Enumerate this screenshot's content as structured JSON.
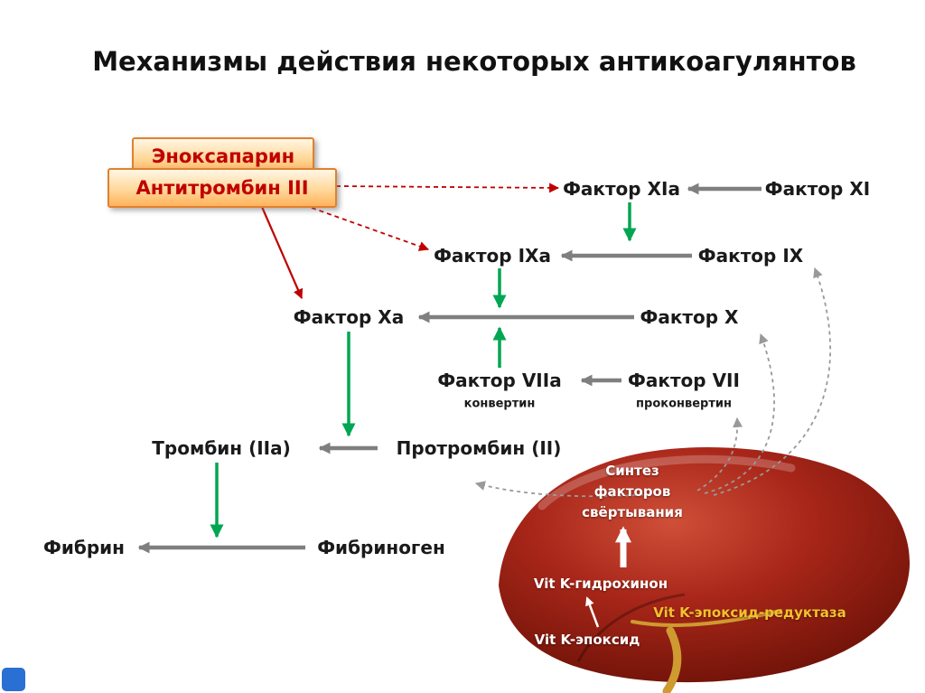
{
  "title": "Механизмы действия некоторых антикоагулянтов",
  "drug_box": {
    "line1": "Эноксапарин",
    "line2": "Антитромбин III"
  },
  "cascade": {
    "factor_xia": "Фактор XIa",
    "factor_xi": "Фактор XI",
    "factor_ixa": "Фактор IXa",
    "factor_ix": "Фактор IX",
    "factor_xa": "Фактор Xa",
    "factor_x": "Фактор X",
    "factor_viia": "Фактор VIIa",
    "factor_viia_sub": "конвертин",
    "factor_vii": "Фактор VII",
    "factor_vii_sub": "проконвертин",
    "thrombin": "Тромбин (IIa)",
    "prothrombin": "Протромбин (II)",
    "fibrin": "Фибрин",
    "fibrinogen": "Фибриноген"
  },
  "liver": {
    "synthesis_line1": "Синтез",
    "synthesis_line2": "факторов",
    "synthesis_line3": "свёртывания",
    "vitk_hydroquinone": "Vit K-гидрохинон",
    "vitk_epoxide_reductase": "Vit K-эпоксид-редуктаза",
    "vitk_epoxide": "Vit K-эпоксид"
  },
  "colors": {
    "activation_arrow_green": "#00a651",
    "inhibition_arrow_red": "#c00000",
    "conversion_arrow_gray": "#7f7f7f",
    "synthesis_arrow_dashed_gray": "#999999",
    "drug_box_text": "#c00000",
    "drug_box_border": "#e0812f",
    "vitk_reductase_text": "#f2c12e",
    "liver_dark_red": "#8f1c10",
    "corner_blue": "#2a6fd4"
  }
}
